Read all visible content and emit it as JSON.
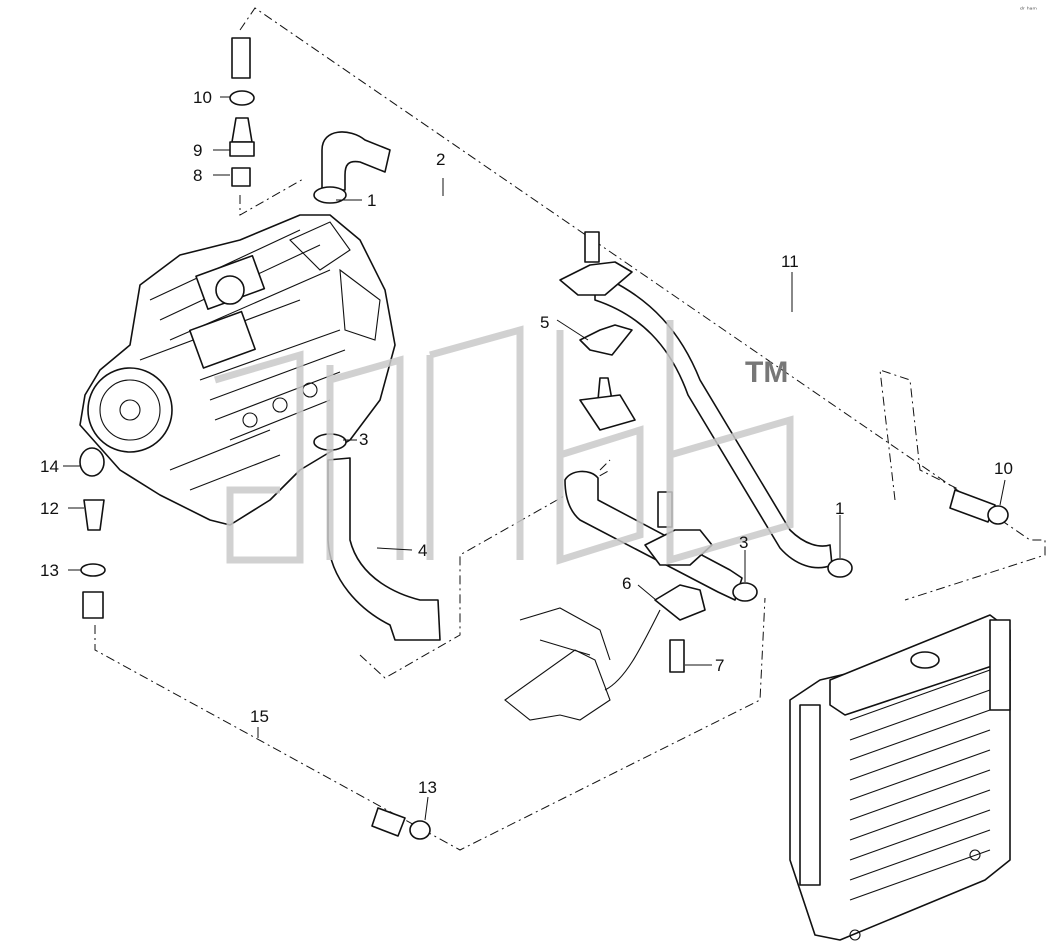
{
  "watermark": {
    "trademark": "TM"
  },
  "corner_mark": "ᵈʳ ʰᵃᵐ",
  "callouts": [
    {
      "id": "c1",
      "label": "1"
    },
    {
      "id": "c2",
      "label": "2"
    },
    {
      "id": "c3",
      "label": "3"
    },
    {
      "id": "c4",
      "label": "4"
    },
    {
      "id": "c5",
      "label": "5"
    },
    {
      "id": "c6",
      "label": "6"
    },
    {
      "id": "c7",
      "label": "7"
    },
    {
      "id": "c8",
      "label": "8"
    },
    {
      "id": "c9",
      "label": "9"
    },
    {
      "id": "c10",
      "label": "10"
    },
    {
      "id": "c11",
      "label": "11"
    },
    {
      "id": "c12",
      "label": "12"
    },
    {
      "id": "c13",
      "label": "13"
    },
    {
      "id": "c14",
      "label": "14"
    },
    {
      "id": "c15",
      "label": "15"
    },
    {
      "id": "c16",
      "label": "1"
    },
    {
      "id": "c17",
      "label": "3"
    },
    {
      "id": "c18",
      "label": "10"
    },
    {
      "id": "c19",
      "label": "13"
    }
  ]
}
